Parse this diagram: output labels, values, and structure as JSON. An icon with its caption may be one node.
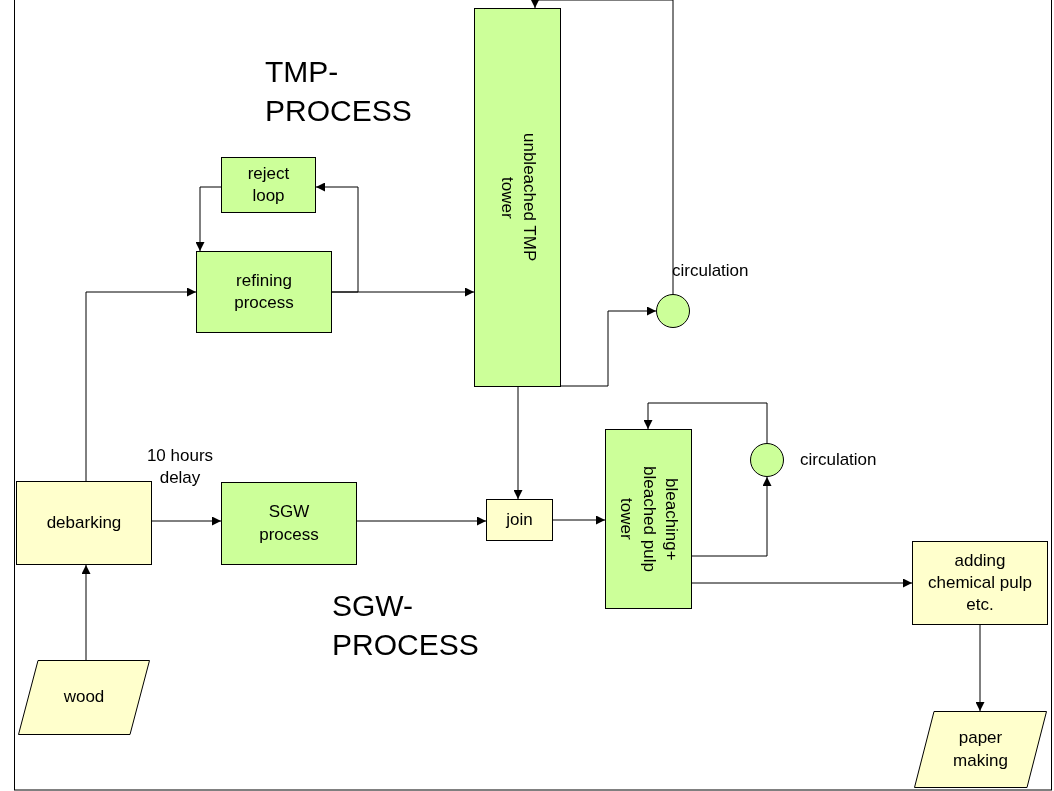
{
  "diagram": {
    "nodes": [
      {
        "text": [
          "wood"
        ]
      },
      {
        "text": [
          "debarking"
        ]
      },
      {
        "text": [
          "refining process"
        ]
      },
      {
        "text": [
          "reject loop"
        ]
      },
      {
        "text": [
          "unbleached TMP tower"
        ]
      },
      {
        "text": [],
        "shape": "circle",
        "beside": [
          "circulation"
        ]
      },
      {
        "text": [
          "SGW process"
        ]
      },
      {
        "text": [
          "join"
        ]
      },
      {
        "text": [
          "bleaching+ bleached pulp tower"
        ]
      },
      {
        "text": [],
        "shape": "circle",
        "beside": [
          "circulation"
        ]
      },
      {
        "text": [
          "adding chemical pulp etc."
        ]
      },
      {
        "text": [
          "paper making"
        ]
      }
    ],
    "edges": [
      {
        "from": 0,
        "to": 1,
        "arrow": "to"
      },
      {
        "from": 1,
        "to": 2,
        "arrow": "to"
      },
      {
        "from": 1,
        "to": 6,
        "arrow": "to",
        "label": "10 hours delay"
      },
      {
        "from": 2,
        "to": 3,
        "arrow": "to"
      },
      {
        "from": 3,
        "to": 2,
        "arrow": "to"
      },
      {
        "from": 2,
        "to": 4,
        "arrow": "to"
      },
      {
        "from": 4,
        "to": 5,
        "arrow": "to"
      },
      {
        "from": 5,
        "to": 4,
        "arrow": "to"
      },
      {
        "from": 4,
        "to": 7,
        "arrow": "to"
      },
      {
        "from": 6,
        "to": 7,
        "arrow": "to"
      },
      {
        "from": 7,
        "to": 8,
        "arrow": "to"
      },
      {
        "from": 8,
        "to": 9,
        "arrow": "to"
      },
      {
        "from": 9,
        "to": 8,
        "arrow": "to"
      },
      {
        "from": 8,
        "to": 10,
        "arrow": "to"
      },
      {
        "from": 10,
        "to": 11,
        "arrow": "to"
      }
    ],
    "labels": [
      "TMP- PROCESS",
      "SGW- PROCESS"
    ]
  }
}
